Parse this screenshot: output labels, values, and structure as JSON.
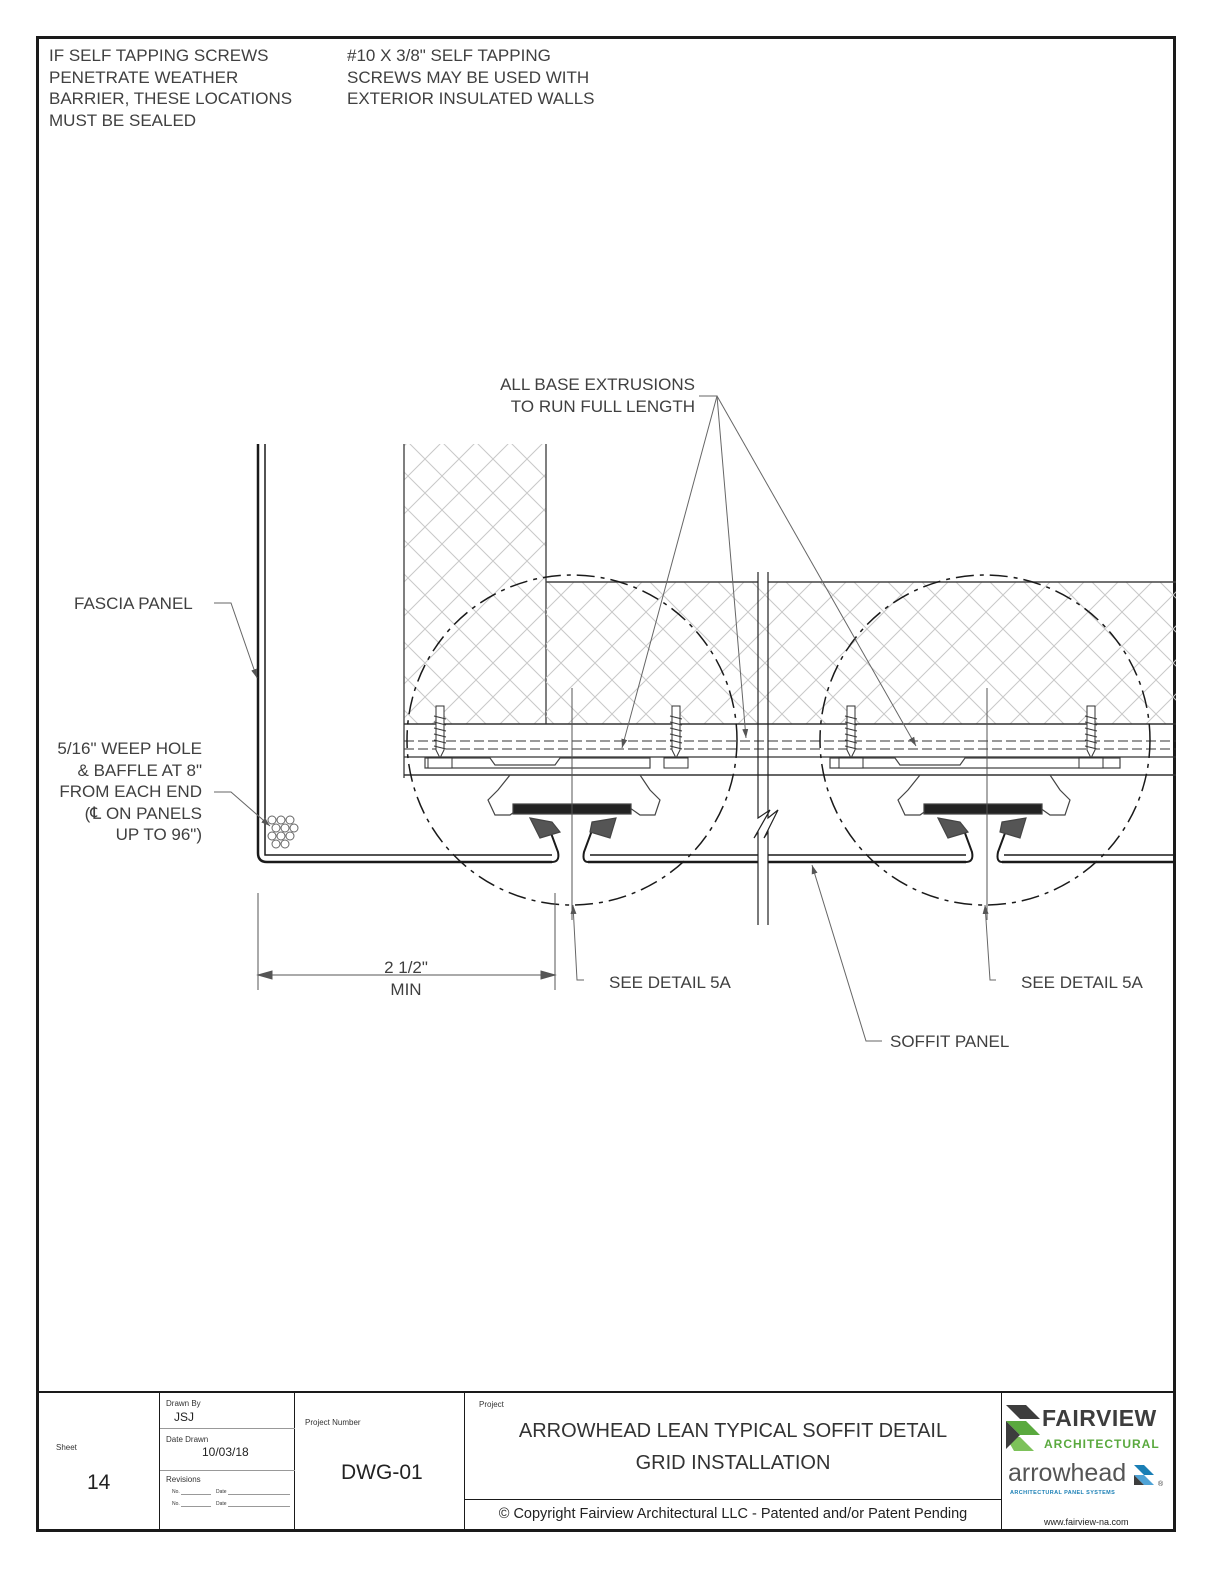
{
  "notes": {
    "sealing": "IF SELF TAPPING SCREWS\nPENETRATE WEATHER\nBARRIER, THESE LOCATIONS\nMUST BE SEALED",
    "screws": "#10 X 3/8\" SELF TAPPING\nSCREWS MAY BE USED WITH\nEXTERIOR INSULATED WALLS"
  },
  "callouts": {
    "base_extrusions": "ALL BASE EXTRUSIONS\nTO RUN FULL LENGTH",
    "fascia_panel": "FASCIA PANEL",
    "weep_hole": "5/16\" WEEP HOLE\n& BAFFLE AT 8\"\nFROM EACH END\n(℄ ON PANELS\nUP TO 96\")",
    "dimension": "2 1/2\"\nMIN",
    "see_detail_left": "SEE DETAIL 5A",
    "see_detail_right": "SEE DETAIL 5A",
    "soffit_panel": "SOFFIT PANEL"
  },
  "title_block": {
    "sheet_label": "Sheet",
    "sheet_number": "14",
    "drawn_by_label": "Drawn By",
    "drawn_by": "JSJ",
    "date_drawn_label": "Date Drawn",
    "date_drawn": "10/03/18",
    "revisions_label": "Revisions",
    "rev_no_label": "No.",
    "rev_date_label": "Date",
    "project_number_label": "Project Number",
    "project_number": "DWG-01",
    "project_label": "Project",
    "project_title_line1": "ARROWHEAD LEAN TYPICAL SOFFIT DETAIL",
    "project_title_line2": "GRID INSTALLATION",
    "copyright": "© Copyright Fairview Architectural LLC - Patented and/or Patent Pending"
  },
  "logo": {
    "fairview": "FAIRVIEW",
    "architectural": "ARCHITECTURAL",
    "arrowhead": "arrowhead",
    "panel_systems": "ARCHITECTURAL PANEL SYSTEMS",
    "registered": "®",
    "website": "www.fairview-na.com",
    "green": "#5aa93e",
    "blue": "#1a7fb5",
    "dark": "#3d3d3d"
  }
}
